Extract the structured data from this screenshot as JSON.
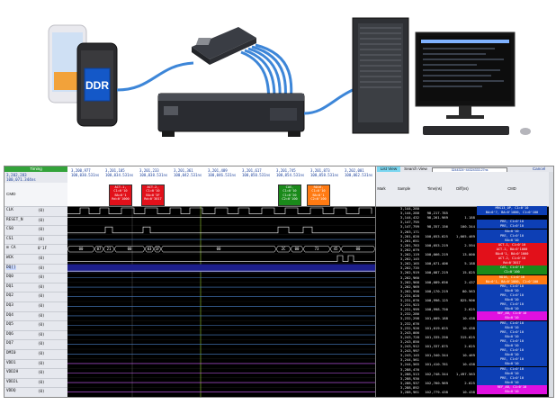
{
  "illustration": {
    "phone_label": "DDR"
  },
  "analyzer": {
    "timing_tab": "Timing",
    "cursor_position": "3,202,283",
    "cursor_time": "100,071.344ns",
    "cmd_header": "CMD",
    "ruler": [
      {
        "pos": "3,200,977",
        "time": "100,030.531ns"
      },
      {
        "pos": "3,201,105",
        "time": "100,034.531ns"
      },
      {
        "pos": "3,201,233",
        "time": "100,038.531ns"
      },
      {
        "pos": "3,201,361",
        "time": "100,042.531ns"
      },
      {
        "pos": "3,201,489",
        "time": "100,046.531ns"
      },
      {
        "pos": "3,201,617",
        "time": "100,050.531ns"
      },
      {
        "pos": "3,201,745",
        "time": "100,054.531ns"
      },
      {
        "pos": "3,201,873",
        "time": "100,058.531ns"
      },
      {
        "pos": "3,202,001",
        "time": "100,062.531ns"
      }
    ],
    "signals": [
      {
        "name": "CLK",
        "value": "(0)",
        "type": "clk"
      },
      {
        "name": "RESET_N",
        "value": "(0)",
        "type": "line"
      },
      {
        "name": "CS0",
        "value": "(0)",
        "type": "line"
      },
      {
        "name": "CS1",
        "value": "(0)",
        "type": "line"
      },
      {
        "name": "⊞ CA",
        "value": "0'1F",
        "type": "bus"
      },
      {
        "name": "WCK",
        "value": "(0)",
        "type": "line"
      },
      {
        "name": "DQ[]",
        "value": "(0)",
        "type": "line"
      },
      {
        "name": "DQ0",
        "value": "(0)",
        "type": "line"
      },
      {
        "name": "DQ1",
        "value": "(0)",
        "type": "line"
      },
      {
        "name": "DQ2",
        "value": "(0)",
        "type": "line"
      },
      {
        "name": "DQ3",
        "value": "(0)",
        "type": "line"
      },
      {
        "name": "DQ4",
        "value": "(0)",
        "type": "line"
      },
      {
        "name": "DQ5",
        "value": "(0)",
        "type": "line"
      },
      {
        "name": "DQ6",
        "value": "(0)",
        "type": "line"
      },
      {
        "name": "DQ7",
        "value": "(0)",
        "type": "line"
      },
      {
        "name": "DMI0",
        "value": "(0)",
        "type": "line"
      },
      {
        "name": "VDD1",
        "value": "(0)",
        "type": "line"
      },
      {
        "name": "VDD2H",
        "value": "(0)",
        "type": "line"
      },
      {
        "name": "VDD2L",
        "value": "(0)",
        "type": "line"
      },
      {
        "name": "VDDQ",
        "value": "(0)",
        "type": "line"
      }
    ],
    "timing_cmds": [
      {
        "text": [
          "ACT-1, C1=0'10",
          "BA=0'1",
          "Rd=0'1000"
        ],
        "color": "#e2101a"
      },
      {
        "text": [
          "ACT-2, C1=0'10",
          "BA=0'3F",
          "Rd=0'3017"
        ],
        "color": "#e2101a"
      },
      {
        "text": [
          "CAS, C1=0'10",
          "C1=0'20",
          "C2=0'100"
        ],
        "color": "#1a8a1a"
      },
      {
        "text": [
          "RD16, C1=0'10",
          "BA=0'1",
          "C2=0'100"
        ],
        "color": "#ff7a12"
      }
    ],
    "ca_bus": [
      "00",
      "07",
      "21",
      "00",
      "03",
      "1F",
      "00",
      "2C",
      "00",
      "73",
      "45",
      "00"
    ],
    "list_view": {
      "tab_list": "List View",
      "tab_search": "Search View",
      "range": "3244324~44324333.27ns",
      "cancel": "Cancel",
      "cols": [
        "Mark",
        "Sample",
        "Time(ns)",
        "Diff(ns)",
        "CMD"
      ],
      "rows": [
        {
          "sample": "3,144,280",
          "time": "",
          "diff": "",
          "cmd": [
            "MRS13_OP, C1=0'10",
            "BA=0'7, BA=0'1000, C1=0'100"
          ],
          "color": "#0d3fb5"
        },
        {
          "sample": "3,144,288",
          "time": "98,217.785",
          "diff": "",
          "cmd": [],
          "color": ""
        },
        {
          "sample": "3,144,432",
          "time": "98,261.969",
          "diff": "1.188",
          "cmd": [],
          "color": ""
        },
        {
          "sample": "3,147,795",
          "time": "",
          "diff": "",
          "cmd": [
            "PRE, C1=0'10",
            "BA=0'10"
          ],
          "color": "#0d3fb5"
        },
        {
          "sample": "3,147,799",
          "time": "98,357.156",
          "diff": "100.344",
          "cmd": [
            "PRE, C1=0'10"
          ],
          "color": "#0d3fb5"
        },
        {
          "sample": "3,203,171",
          "time": "",
          "diff": "",
          "cmd": [
            "BA=0'10"
          ],
          "color": "#0d3fb5"
        },
        {
          "sample": "3,201,020",
          "time": "100,053.625",
          "diff": "1,665.469",
          "cmd": [
            "PRE, C1=0'10"
          ],
          "color": "#0d3fb5"
        },
        {
          "sample": "3,201,651",
          "time": "",
          "diff": "",
          "cmd": [
            "BA=0'10"
          ],
          "color": "#0d3fb5"
        },
        {
          "sample": "3,201,783",
          "time": "100,053.219",
          "diff": "2.594",
          "cmd": [
            "ACT-1, C1=0'10"
          ],
          "color": "#e2101a"
        },
        {
          "sample": "3,202,079",
          "time": "",
          "diff": "",
          "cmd": [
            "ACT-2, BA=0'1000"
          ],
          "color": "#e2101a"
        },
        {
          "sample": "3,202,119",
          "time": "100,066.219",
          "diff": "13.000",
          "cmd": [
            "BA=0'1, BA=0'1000"
          ],
          "color": "#e2101a"
        },
        {
          "sample": "3,202,145",
          "time": "",
          "diff": "",
          "cmd": [
            "ACT-2, C1=0'10"
          ],
          "color": "#e2101a"
        },
        {
          "sample": "3,202,165",
          "time": "100,071.406",
          "diff": "5.188",
          "cmd": [
            "Rd=0'3017"
          ],
          "color": "#e2101a"
        },
        {
          "sample": "3,202,735",
          "time": "",
          "diff": "",
          "cmd": [
            "CAS, C1=0'10"
          ],
          "color": "#1a8a1a"
        },
        {
          "sample": "3,202,919",
          "time": "100,087.219",
          "diff": "15.825",
          "cmd": [
            "C1=0'100"
          ],
          "color": "#1a8a1a"
        },
        {
          "sample": "3,202,960",
          "time": "",
          "diff": "",
          "cmd": [
            "RD16, C1=0'10"
          ],
          "color": "#ff7a12"
        },
        {
          "sample": "3,202,968",
          "time": "100,089.656",
          "diff": "2.437",
          "cmd": [
            "BA=0'1, BA=0'1000, C1=0'100"
          ],
          "color": "#ff7a12"
        },
        {
          "sample": "3,202,969",
          "time": "",
          "diff": "",
          "cmd": [
            "PRE, C1=0'10"
          ],
          "color": "#0d3fb5"
        },
        {
          "sample": "3,202,998",
          "time": "100,170.219",
          "diff": "80.563",
          "cmd": [
            "BA=0'10"
          ],
          "color": "#0d3fb5"
        },
        {
          "sample": "3,231,028",
          "time": "",
          "diff": "",
          "cmd": [
            "PRE, C1=0'10"
          ],
          "color": "#0d3fb5"
        },
        {
          "sample": "3,231,076",
          "time": "100,996.125",
          "diff": "825.906",
          "cmd": [
            "BA=0'10"
          ],
          "color": "#0d3fb5"
        },
        {
          "sample": "3,231,923",
          "time": "",
          "diff": "",
          "cmd": [
            "PRE, C1=0'10"
          ],
          "color": "#0d3fb5"
        },
        {
          "sample": "3,231,999",
          "time": "100,998.750",
          "diff": "2.625",
          "cmd": [
            "BA=0'10"
          ],
          "color": "#0d3fb5"
        },
        {
          "sample": "3,232,286",
          "time": "",
          "diff": "",
          "cmd": [
            "REF_AB, C1=0'10"
          ],
          "color": "#e010e0"
        },
        {
          "sample": "3,232,298",
          "time": "101,009.188",
          "diff": "10.438",
          "cmd": [
            "BA=0'10"
          ],
          "color": "#e010e0"
        },
        {
          "sample": "3,232,676",
          "time": "",
          "diff": "",
          "cmd": [
            "PRE, C1=0'10"
          ],
          "color": "#0d3fb5"
        },
        {
          "sample": "3,232,926",
          "time": "101,019.625",
          "diff": "10.438",
          "cmd": [
            "BA=0'10"
          ],
          "color": "#0d3fb5"
        },
        {
          "sample": "3,243,000",
          "time": "",
          "diff": "",
          "cmd": [
            "PRE, C1=0'10"
          ],
          "color": "#0d3fb5"
        },
        {
          "sample": "3,243,728",
          "time": "101,335.250",
          "diff": "315.625",
          "cmd": [
            "BA=0'10"
          ],
          "color": "#0d3fb5"
        },
        {
          "sample": "3,243,850",
          "time": "",
          "diff": "",
          "cmd": [
            "PRE, C1=0'10"
          ],
          "color": "#0d3fb5"
        },
        {
          "sample": "3,243,912",
          "time": "101,337.875",
          "diff": "2.625",
          "cmd": [
            "BA=0'10"
          ],
          "color": "#0d3fb5"
        },
        {
          "sample": "3,243,997",
          "time": "",
          "diff": "",
          "cmd": [
            "PRE, C1=0'10"
          ],
          "color": "#0d3fb5"
        },
        {
          "sample": "3,243,145",
          "time": "101,340.344",
          "diff": "10.469",
          "cmd": [
            "BA=0'10"
          ],
          "color": "#0d3fb5"
        },
        {
          "sample": "3,244,561",
          "time": "",
          "diff": "",
          "cmd": [
            "PRE, C1=0'10"
          ],
          "color": "#0d3fb5"
        },
        {
          "sample": "3,244,565",
          "time": "101,410.781",
          "diff": "10.438",
          "cmd": [
            "BA=0'10"
          ],
          "color": "#0d3fb5"
        },
        {
          "sample": "3,288,476",
          "time": "",
          "diff": "",
          "cmd": [
            "PRE, C1=0'10"
          ],
          "color": "#0d3fb5"
        },
        {
          "sample": "3,288,513",
          "time": "102,748.344",
          "diff": "1,497.563",
          "cmd": [
            "BA=0'10"
          ],
          "color": "#0d3fb5"
        },
        {
          "sample": "3,288,930",
          "time": "",
          "diff": "",
          "cmd": [
            "PRE, C1=0'10"
          ],
          "color": "#0d3fb5"
        },
        {
          "sample": "3,288,937",
          "time": "102,760.969",
          "diff": "2.625",
          "cmd": [
            "BA=0'10"
          ],
          "color": "#0d3fb5"
        },
        {
          "sample": "3,288,892",
          "time": "",
          "diff": "",
          "cmd": [
            "REF_AB, C1=0'10"
          ],
          "color": "#e010e0"
        },
        {
          "sample": "3,288,961",
          "time": "102,779.438",
          "diff": "10.438",
          "cmd": [
            "BA=0'10"
          ],
          "color": "#e010e0"
        }
      ]
    }
  }
}
